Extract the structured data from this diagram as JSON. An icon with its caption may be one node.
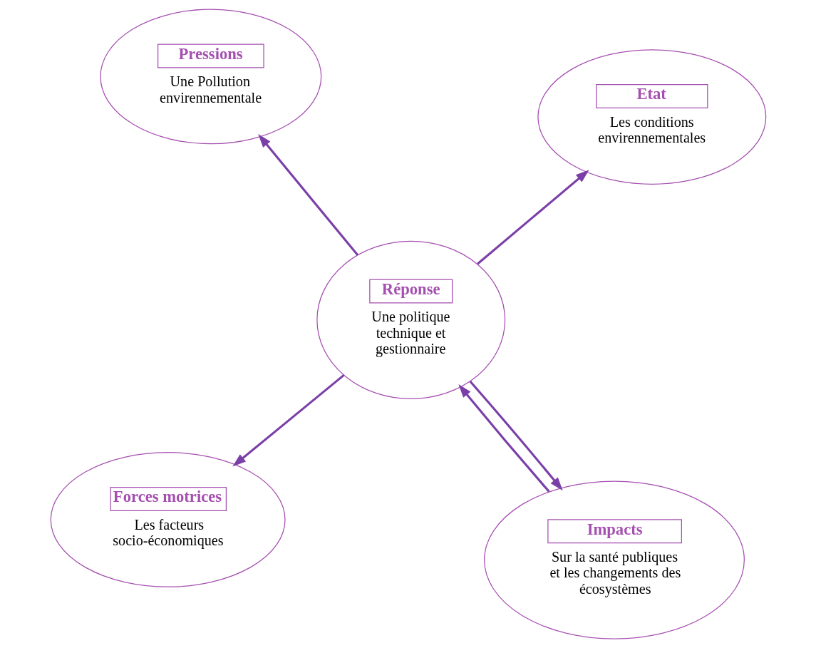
{
  "diagram": {
    "nodes": [
      {
        "text": [
          "Forces motrices",
          "Les facteurs socio-économiques"
        ]
      },
      {
        "text": [
          "Impacts",
          "Sur la santé publiques et les changements des écosystèmes"
        ]
      },
      {
        "text": [
          "Réponse",
          "Une politique technique et gestionnaire"
        ]
      },
      {
        "text": [
          "Pressions",
          "Une Pollution envirennementale"
        ]
      },
      {
        "text": [
          "Etat",
          "Les conditions envirennementales"
        ]
      }
    ],
    "edges": [
      {
        "from": 2,
        "to": 0,
        "arrow": "to"
      },
      {
        "from": 2,
        "to": 1,
        "arrow": "to"
      },
      {
        "from": 1,
        "to": 2,
        "arrow": "to"
      },
      {
        "from": 2,
        "to": 3,
        "arrow": "to"
      },
      {
        "from": 2,
        "to": 4,
        "arrow": "to"
      }
    ]
  }
}
